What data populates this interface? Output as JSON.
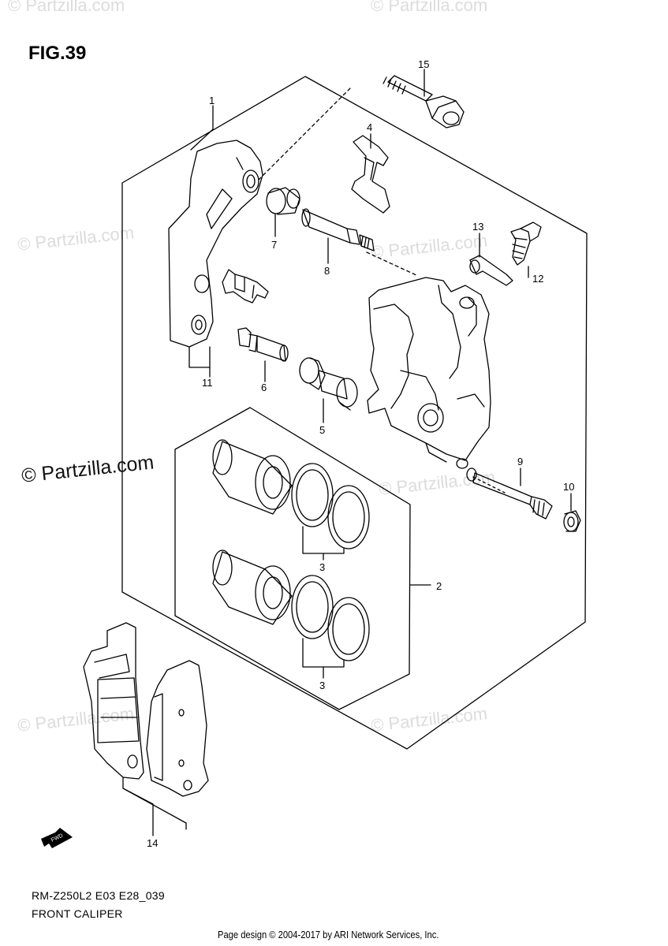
{
  "figure_label": "FIG.39",
  "model_code": "RM-Z250L2 E03 E28_039",
  "diagram_title": "FRONT CALIPER",
  "page_credit": "Page design © 2004-2017 by ARI Network Services, Inc.",
  "watermark_text": "© Partzilla.com",
  "fwd_label": "FWD",
  "callouts": {
    "c1": "1",
    "c2": "2",
    "c3a": "3",
    "c3b": "3",
    "c4": "4",
    "c5": "5",
    "c6": "6",
    "c7": "7",
    "c8": "8",
    "c9": "9",
    "c10": "10",
    "c11": "11",
    "c12": "12",
    "c13": "13",
    "c14": "14",
    "c15": "15"
  }
}
